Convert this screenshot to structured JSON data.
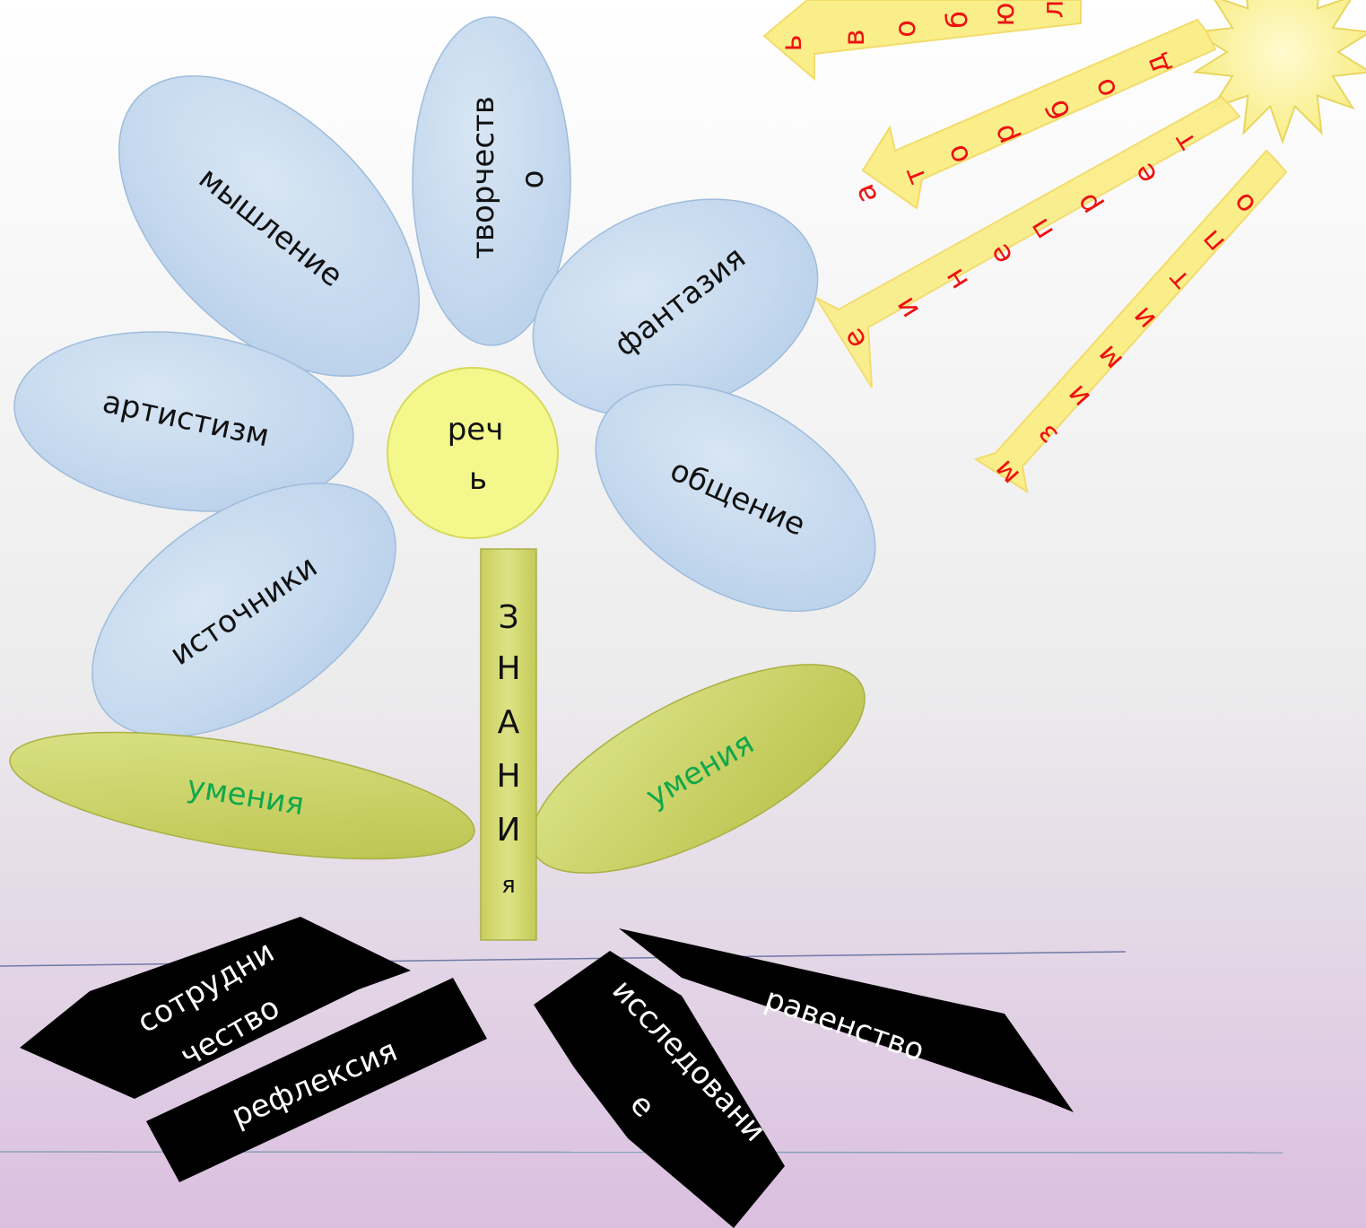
{
  "diagram": {
    "colors": {
      "petal_fill": "#c5d9ee",
      "petal_stroke": "#93b3d6",
      "center_fill": "#f4f88c",
      "leaf_fill": "#cdd35a",
      "root_fill": "#000000",
      "ray_fill": "#faee8a",
      "ray_letters": "#ee1111",
      "leaf_text": "#11a84a",
      "ground_top": "#e6e6e6",
      "ground_bottom": "#dbbfe0"
    },
    "center": {
      "line1": "реч",
      "line2": "ь"
    },
    "petals": [
      {
        "id": "thinking",
        "label": "мышление"
      },
      {
        "id": "creativity",
        "label1": "творчеств",
        "label2": "о"
      },
      {
        "id": "fantasy",
        "label": "фантазия"
      },
      {
        "id": "artistry",
        "label": "артистизм"
      },
      {
        "id": "communication",
        "label": "общение"
      },
      {
        "id": "sources",
        "label": "источники"
      }
    ],
    "stem": {
      "letters": [
        "З",
        "Н",
        "А",
        "Н",
        "И",
        "я"
      ]
    },
    "leaves": [
      {
        "id": "left",
        "label": "умения"
      },
      {
        "id": "right",
        "label": "умения"
      }
    ],
    "roots": [
      {
        "id": "cooperation",
        "line1": "сотрудни",
        "line2": "чество"
      },
      {
        "id": "reflection",
        "label": "рефлексия"
      },
      {
        "id": "research",
        "line1": "исследовани",
        "line2": "е"
      },
      {
        "id": "equality",
        "label": "равенство"
      }
    ],
    "rays": [
      {
        "id": "love",
        "letters": [
          "л",
          "ю",
          "б",
          "о",
          "в",
          "ь"
        ]
      },
      {
        "id": "kindness",
        "letters": [
          "д",
          "о",
          "б",
          "р",
          "о",
          "т",
          "а"
        ]
      },
      {
        "id": "patience",
        "letters": [
          "т",
          "е",
          "р",
          "п",
          "е",
          "н",
          "и",
          "е"
        ]
      },
      {
        "id": "optimism",
        "letters": [
          "о",
          "п",
          "т",
          "и",
          "м",
          "и",
          "з",
          "м"
        ]
      }
    ]
  }
}
